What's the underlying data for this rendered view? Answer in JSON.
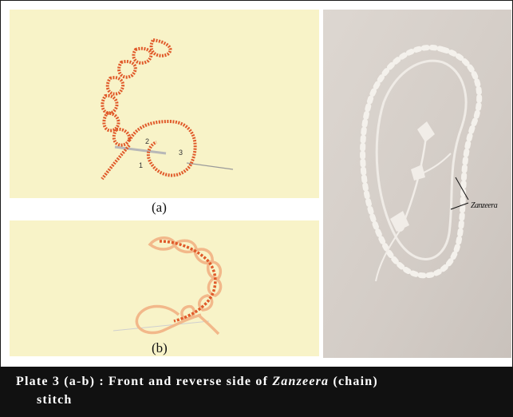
{
  "panels": {
    "a": {
      "label": "(a)",
      "step_numbers": [
        "2",
        "1",
        "3"
      ]
    },
    "b": {
      "label": "(b)"
    },
    "c": {
      "annotation": "Zanzeera"
    }
  },
  "caption": {
    "prefix": "Plate 3 (a-b) : Front and reverse side of ",
    "term": "Zanzeera",
    "suffix": " (chain)",
    "line2": "stitch"
  },
  "colors": {
    "fabric": "#f8f3c8",
    "thread": "#e05a2a",
    "thread_light": "#f2b88a",
    "embroidery_cloth": "#d8d2cc",
    "caption_bg": "#111111"
  }
}
